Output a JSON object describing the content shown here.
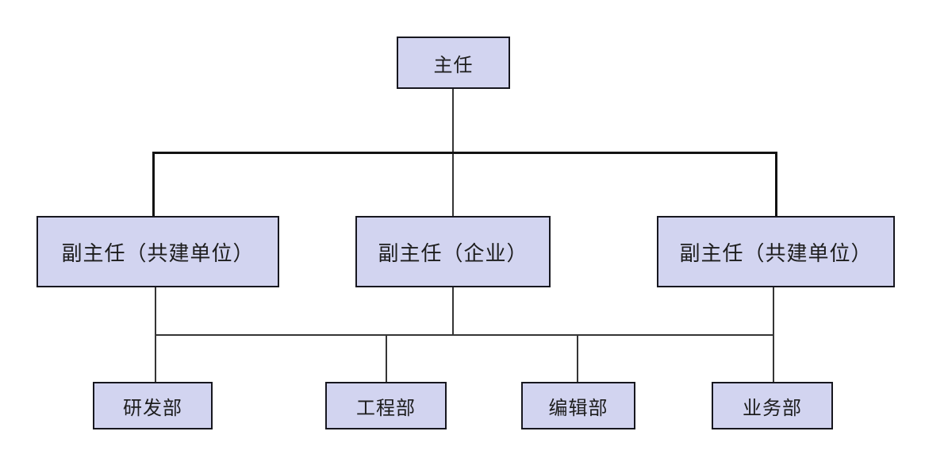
{
  "org_chart": {
    "root": {
      "label": "主任"
    },
    "deputies": [
      {
        "label": "副主任（共建单位）"
      },
      {
        "label": "副主任（企业）"
      },
      {
        "label": "副主任（共建单位）"
      }
    ],
    "departments": [
      {
        "label": "研发部"
      },
      {
        "label": "工程部"
      },
      {
        "label": "编辑部"
      },
      {
        "label": "业务部"
      }
    ],
    "colors": {
      "node_fill": "#d2d4f0",
      "node_border": "#17171f",
      "connector": "#353535",
      "connector_strong": "#121212",
      "background": "#ffffff",
      "text": "#1d1d1d"
    }
  }
}
